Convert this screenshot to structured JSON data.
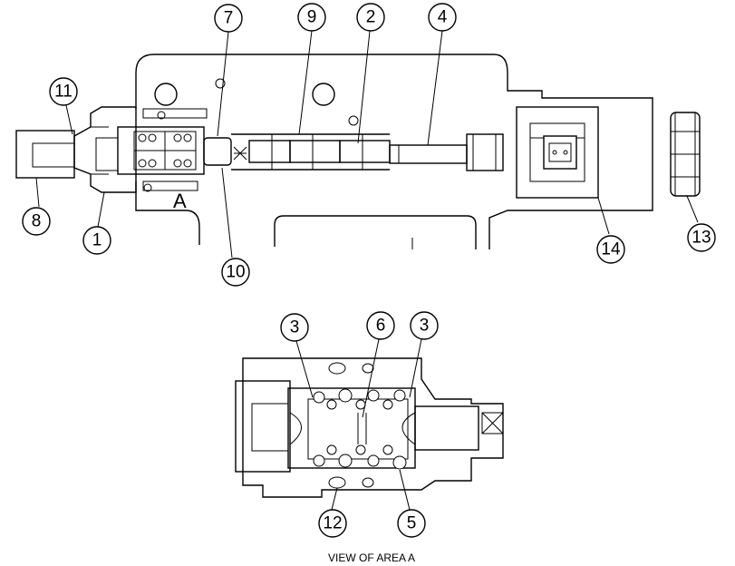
{
  "callouts": {
    "c1": "1",
    "c2": "2",
    "c3a": "3",
    "c3b": "3",
    "c4": "4",
    "c5": "5",
    "c6": "6",
    "c7": "7",
    "c8": "8",
    "c9": "9",
    "c10": "10",
    "c11": "11",
    "c12": "12",
    "c13": "13",
    "c14": "14"
  },
  "area_label": "A",
  "caption": "VIEW OF AREA A"
}
